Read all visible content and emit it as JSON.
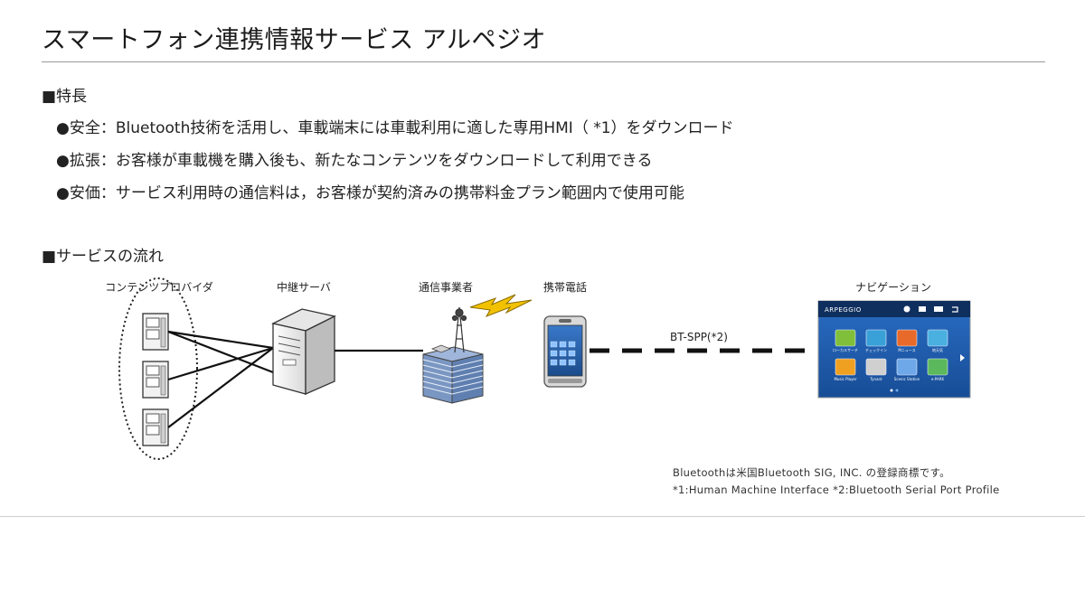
{
  "title": "スマートフォン連携情報サービス アルペジオ",
  "features_heading": "■特長",
  "features": [
    "●安全：Bluetooth技術を活用し、車載端末には車載利用に適した専用HMI（ *1）をダウンロード",
    "●拡張：お客様が車載機を購入後も、新たなコンテンツをダウンロードして利用できる",
    "●安価：サービス利用時の通信料は，お客様が契約済みの携帯料金プラン範囲内で使用可能"
  ],
  "flow_heading": "■サービスの流れ",
  "diagram": {
    "labels": {
      "content_provider": "コンテンツプロバイダ",
      "relay_server": "中継サーバ",
      "carrier": "通信事業者",
      "mobile_phone": "携帯電話",
      "navigation": "ナビゲーション",
      "connection": "BT-SPP(*2)"
    },
    "navigation_screen": {
      "brand": "ARPEGGIO",
      "tiles": [
        "ローカルサーチ",
        "チェックイン",
        "Mニュース",
        "地天気",
        "Music Player",
        "Tynant",
        "Scenic Station",
        "e-PARK"
      ]
    }
  },
  "notes": [
    "Bluetoothは米国Bluetooth SIG, INC. の登録商標です。",
    "*1:Human Machine Interface  *2:Bluetooth Serial Port Profile"
  ],
  "colors": {
    "accent_lightning": "#f2c200",
    "nav_screen": "#1f5fb0",
    "building": "#7a96c2"
  }
}
